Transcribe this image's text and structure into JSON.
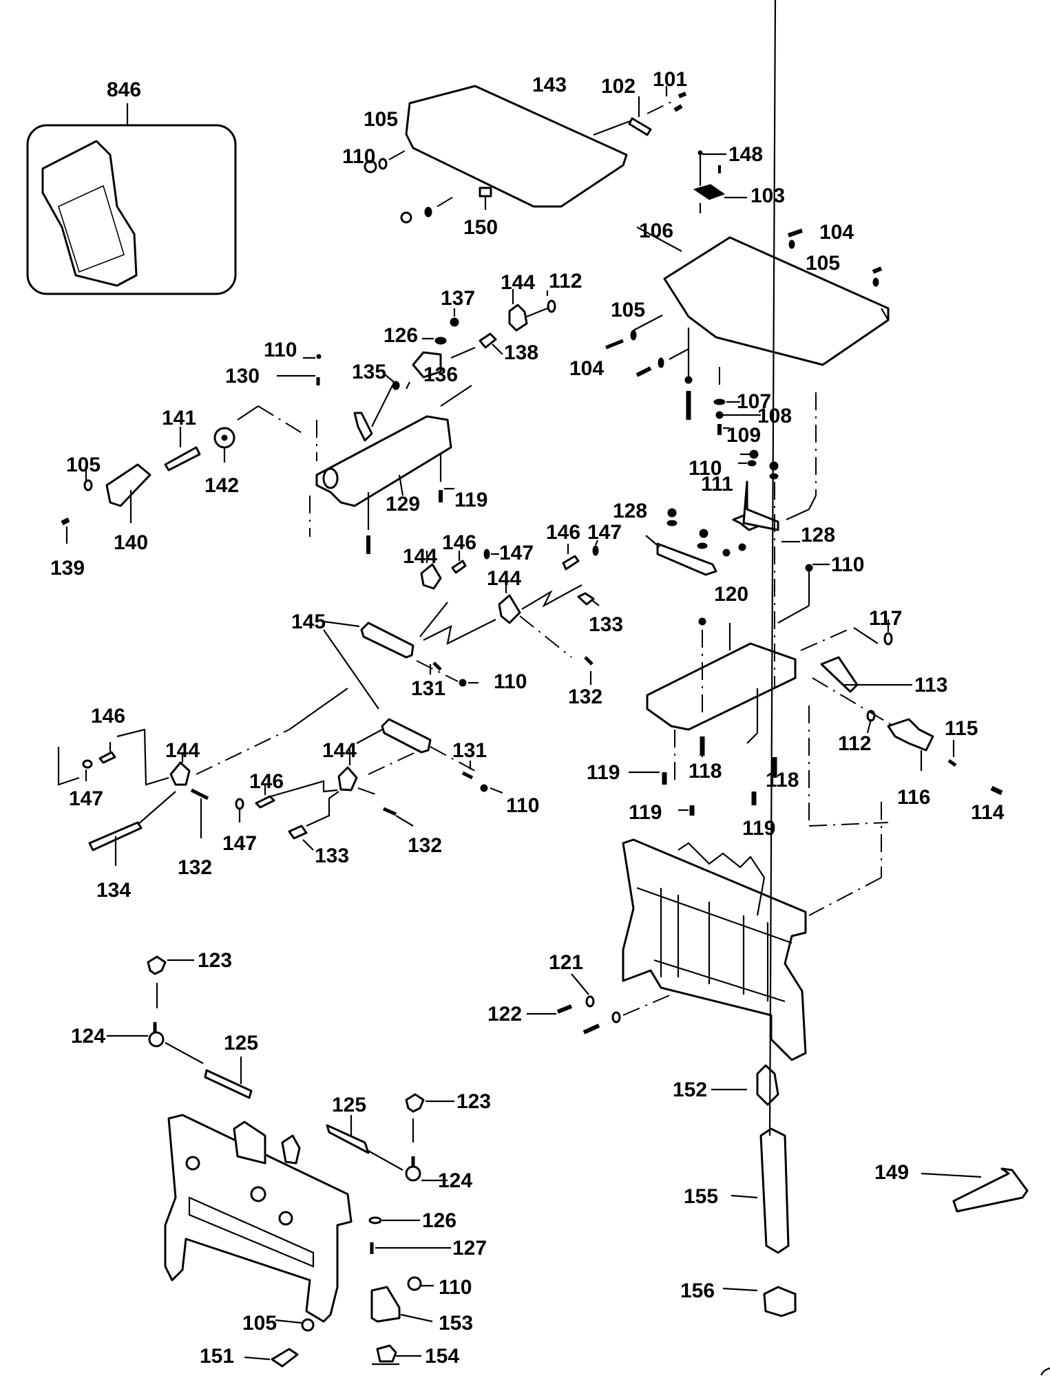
{
  "diagram": {
    "title": "Exploded parts diagram - stand / tables assembly",
    "kit_box_label": "846",
    "labels": [
      {
        "id": "l846",
        "text": "846"
      },
      {
        "id": "l143",
        "text": "143"
      },
      {
        "id": "l102",
        "text": "102"
      },
      {
        "id": "l101",
        "text": "101"
      },
      {
        "id": "l105a",
        "text": "105"
      },
      {
        "id": "l110a",
        "text": "110"
      },
      {
        "id": "l150",
        "text": "150"
      },
      {
        "id": "l148",
        "text": "148"
      },
      {
        "id": "l103",
        "text": "103"
      },
      {
        "id": "l106",
        "text": "106"
      },
      {
        "id": "l104a",
        "text": "104"
      },
      {
        "id": "l105b",
        "text": "105"
      },
      {
        "id": "l137",
        "text": "137"
      },
      {
        "id": "l144a",
        "text": "144"
      },
      {
        "id": "l112a",
        "text": "112"
      },
      {
        "id": "l105c",
        "text": "105"
      },
      {
        "id": "l126a",
        "text": "126"
      },
      {
        "id": "l138",
        "text": "138"
      },
      {
        "id": "l104b",
        "text": "104"
      },
      {
        "id": "l110b",
        "text": "110"
      },
      {
        "id": "l130",
        "text": "130"
      },
      {
        "id": "l135",
        "text": "135"
      },
      {
        "id": "l136",
        "text": "136"
      },
      {
        "id": "l107",
        "text": "107"
      },
      {
        "id": "l108",
        "text": "108"
      },
      {
        "id": "l109",
        "text": "109"
      },
      {
        "id": "l141",
        "text": "141"
      },
      {
        "id": "l105d",
        "text": "105"
      },
      {
        "id": "l142",
        "text": "142"
      },
      {
        "id": "l129",
        "text": "129"
      },
      {
        "id": "l119a",
        "text": "119"
      },
      {
        "id": "l110c",
        "text": "110"
      },
      {
        "id": "l111",
        "text": "111"
      },
      {
        "id": "l140",
        "text": "140"
      },
      {
        "id": "l139",
        "text": "139"
      },
      {
        "id": "l128a",
        "text": "128"
      },
      {
        "id": "l128b",
        "text": "128"
      },
      {
        "id": "l146a",
        "text": "146"
      },
      {
        "id": "l147a",
        "text": "147"
      },
      {
        "id": "l146b",
        "text": "146"
      },
      {
        "id": "l147b",
        "text": "147"
      },
      {
        "id": "l144b",
        "text": "144"
      },
      {
        "id": "l144c",
        "text": "144"
      },
      {
        "id": "l110d",
        "text": "110"
      },
      {
        "id": "l120",
        "text": "120"
      },
      {
        "id": "l145",
        "text": "145"
      },
      {
        "id": "l133a",
        "text": "133"
      },
      {
        "id": "l117",
        "text": "117"
      },
      {
        "id": "l131a",
        "text": "131"
      },
      {
        "id": "l110e",
        "text": "110"
      },
      {
        "id": "l113",
        "text": "113"
      },
      {
        "id": "l132a",
        "text": "132"
      },
      {
        "id": "l146c",
        "text": "146"
      },
      {
        "id": "l112b",
        "text": "112"
      },
      {
        "id": "l115",
        "text": "115"
      },
      {
        "id": "l144d",
        "text": "144"
      },
      {
        "id": "l131b",
        "text": "131"
      },
      {
        "id": "l144e",
        "text": "144"
      },
      {
        "id": "l119b",
        "text": "119"
      },
      {
        "id": "l118a",
        "text": "118"
      },
      {
        "id": "l118b",
        "text": "118"
      },
      {
        "id": "l147c",
        "text": "147"
      },
      {
        "id": "l146d",
        "text": "146"
      },
      {
        "id": "l110f",
        "text": "110"
      },
      {
        "id": "l116",
        "text": "116"
      },
      {
        "id": "l114",
        "text": "114"
      },
      {
        "id": "l119c",
        "text": "119"
      },
      {
        "id": "l119d",
        "text": "119"
      },
      {
        "id": "l132b",
        "text": "132"
      },
      {
        "id": "l147d",
        "text": "147"
      },
      {
        "id": "l132c",
        "text": "132"
      },
      {
        "id": "l133b",
        "text": "133"
      },
      {
        "id": "l134",
        "text": "134"
      },
      {
        "id": "l123a",
        "text": "123"
      },
      {
        "id": "l121",
        "text": "121"
      },
      {
        "id": "l122",
        "text": "122"
      },
      {
        "id": "l124a",
        "text": "124"
      },
      {
        "id": "l125a",
        "text": "125"
      },
      {
        "id": "l152",
        "text": "152"
      },
      {
        "id": "l125b",
        "text": "125"
      },
      {
        "id": "l123b",
        "text": "123"
      },
      {
        "id": "l124b",
        "text": "124"
      },
      {
        "id": "l149",
        "text": "149"
      },
      {
        "id": "l155",
        "text": "155"
      },
      {
        "id": "l126b",
        "text": "126"
      },
      {
        "id": "l127",
        "text": "127"
      },
      {
        "id": "l110g",
        "text": "110"
      },
      {
        "id": "l156",
        "text": "156"
      },
      {
        "id": "l153",
        "text": "153"
      },
      {
        "id": "l105e",
        "text": "105"
      },
      {
        "id": "l151",
        "text": "151"
      },
      {
        "id": "l154",
        "text": "154"
      }
    ]
  }
}
